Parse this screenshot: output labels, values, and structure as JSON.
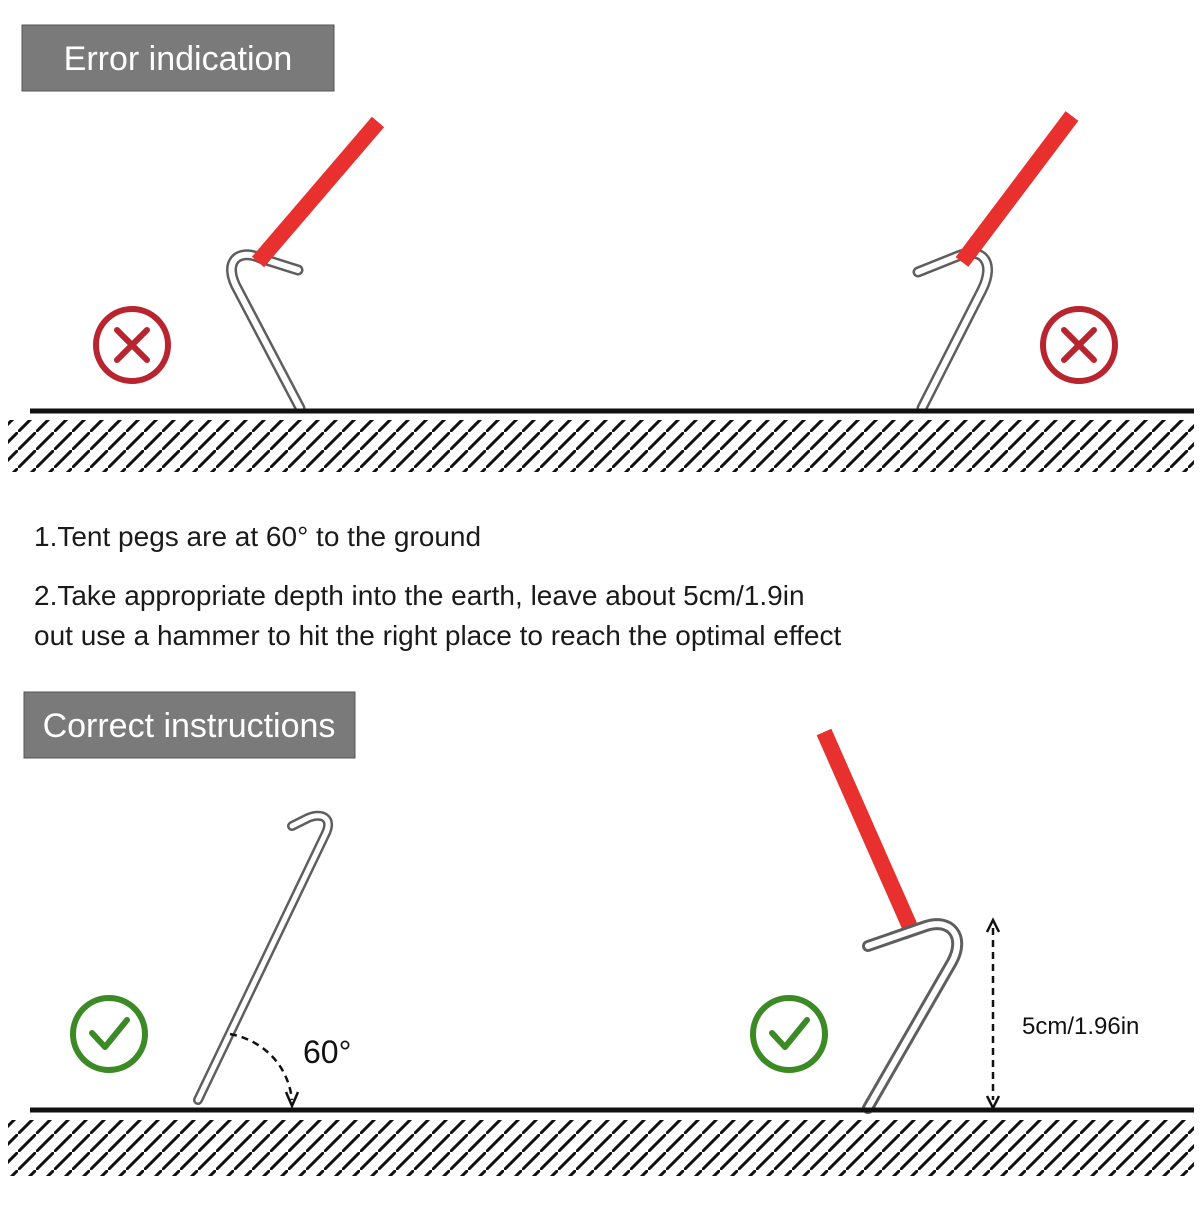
{
  "error_section": {
    "label": "Error indication",
    "status_icon": "cross-icon"
  },
  "correct_section": {
    "label": "Correct instructions",
    "status_icon": "check-icon"
  },
  "instructions": {
    "line1": "1.Tent pegs are at 60° to the ground",
    "line2": "2.Take appropriate depth into the earth, leave about 5cm/1.9in",
    "line3": "out use a hammer to hit the right place to reach the optimal effect"
  },
  "annotations": {
    "angle_label": "60°",
    "height_label": "5cm/1.96in"
  },
  "colors": {
    "label_bg": "#7a7a7a",
    "rope": "#e8302e",
    "cross": "#b9252f",
    "check": "#3c8a25",
    "ground": "#111111"
  }
}
